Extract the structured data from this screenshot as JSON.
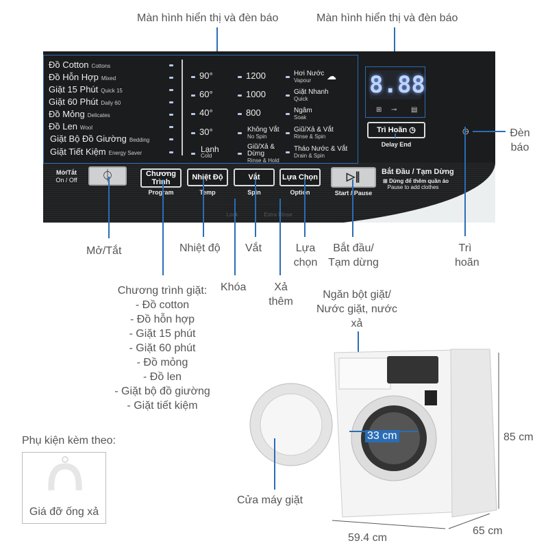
{
  "callouts": {
    "display_left": "Màn hình hiển thị và đèn báo",
    "display_right": "Màn hình hiển thị và đèn báo",
    "indicator": "Đèn báo",
    "power": "Mở/Tắt",
    "temp": "Nhiệt độ",
    "spin": "Vắt",
    "lock": "Khóa",
    "extra_rinse": "Xả thêm",
    "option": "Lựa chọn",
    "start_pause": "Bắt đầu/ Tạm dừng",
    "delay": "Trì hoãn",
    "detergent": "Ngăn bột giặt/ Nước giặt, nước xả",
    "door": "Cửa máy giặt",
    "programs_title": "Chương trình giặt:",
    "programs": [
      "- Đồ cotton",
      "- Đồ hỗn hợp",
      "- Giặt 15 phút",
      "- Giặt 60 phút",
      "- Đồ mỏng",
      "- Đồ len",
      "- Giặt bộ đồ giường",
      "- Giặt tiết kiệm"
    ]
  },
  "panel": {
    "programs": [
      {
        "vi": "Đồ Cotton",
        "en": "Cottons"
      },
      {
        "vi": "Đồ Hỗn Hợp",
        "en": "Mixed"
      },
      {
        "vi": "Giặt 15 Phút",
        "en": "Quick 15"
      },
      {
        "vi": "Giặt 60 Phút",
        "en": "Daily 60"
      },
      {
        "vi": "Đồ Mỏng",
        "en": "Delicates"
      },
      {
        "vi": "Đồ Len",
        "en": "Wool"
      },
      {
        "vi": "Giặt Bộ Đồ Giường",
        "en": "Bedding"
      },
      {
        "vi": "Giặt Tiết Kiệm",
        "en": "Energy Saver"
      }
    ],
    "temps": [
      "90°",
      "60°",
      "40°",
      "30°"
    ],
    "temp_cold": {
      "vi": "Lạnh",
      "en": "Cold"
    },
    "spins": [
      "1200",
      "1000",
      "800"
    ],
    "no_spin": {
      "vi": "Không Vắt",
      "en": "No Spin"
    },
    "rinse_hold": {
      "vi": "Giũ/Xả & Dừng",
      "en": "Rinse & Hold"
    },
    "options": [
      {
        "vi": "Hơi Nước",
        "en": "Vapour"
      },
      {
        "vi": "Giặt Nhanh",
        "en": "Quick"
      },
      {
        "vi": "Ngâm",
        "en": "Soak"
      },
      {
        "vi": "Giũ/Xả & Vắt",
        "en": "Rinse & Spin"
      },
      {
        "vi": "Tháo Nước & Vắt",
        "en": "Drain & Spin"
      }
    ],
    "display_digits": "8.88",
    "delay": {
      "vi": "Trì Hoãn",
      "en": "Delay End"
    },
    "power": {
      "vi": "Mở/Tắt",
      "en": "On / Off"
    },
    "buttons": {
      "program": {
        "vi": "Chương Trình",
        "en": "Program"
      },
      "temp": {
        "vi": "Nhiệt Độ",
        "en": "Temp"
      },
      "spin": {
        "vi": "Vắt",
        "en": "Spin"
      },
      "option": {
        "vi": "Lựa Chọn",
        "en": "Option"
      },
      "start": {
        "en": "Start / Pause"
      }
    },
    "lock": {
      "vi": "Khóa",
      "en": "Lock"
    },
    "extra_rinse": {
      "vi": "Xả thêm",
      "en": "Extra Rinse"
    },
    "start_title": "Bắt Đầu / Tạm Dừng",
    "start_note_vi": "Dừng để thêm quần áo",
    "start_note_en": "Pause to add clothes"
  },
  "accessory": {
    "title": "Phụ kiện kèm theo:",
    "name": "Giá đỡ ống xả"
  },
  "dimensions": {
    "height": "85 cm",
    "width": "59.4 cm",
    "depth": "65 cm",
    "door": "33 cm"
  },
  "colors": {
    "callout_line": "#2a6db5",
    "panel": "#1b1c1e",
    "display": "#bcd4ff"
  }
}
